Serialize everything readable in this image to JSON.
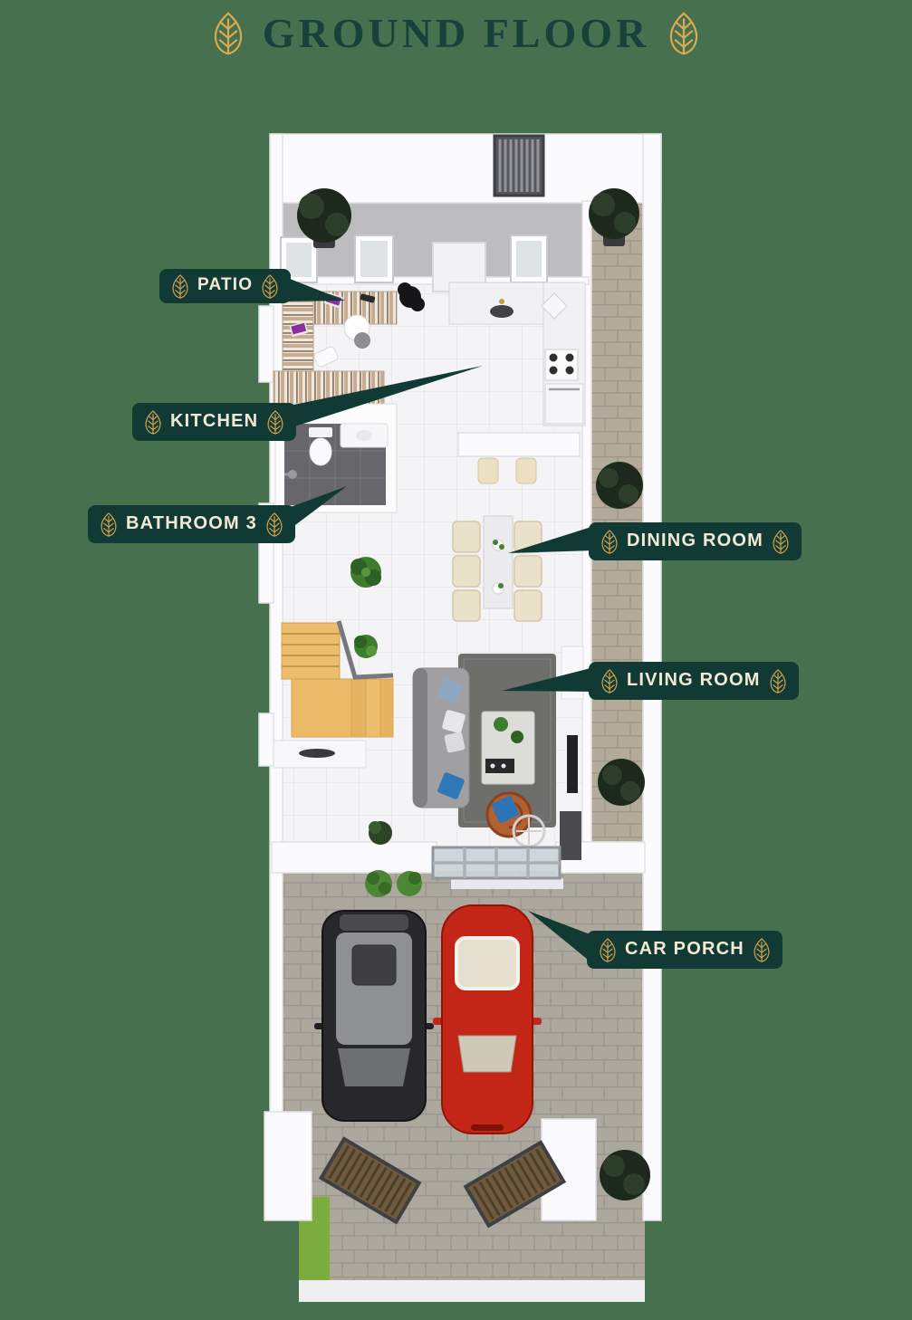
{
  "title": {
    "text": "GROUND FLOOR",
    "ornament": "leaf-icon"
  },
  "labels": [
    {
      "id": "patio",
      "text": "PATIO",
      "points_to": "patio deck with desk and laptops"
    },
    {
      "id": "kitchen",
      "text": "KITCHEN",
      "points_to": "kitchen floor beside counters"
    },
    {
      "id": "bathroom-3",
      "text": "BATHROOM 3",
      "points_to": "bathroom with toilet and vanity"
    },
    {
      "id": "dining-room",
      "text": "DINING ROOM",
      "points_to": "dining table with six chairs"
    },
    {
      "id": "living-room",
      "text": "LIVING ROOM",
      "points_to": "living room rug and sofa"
    },
    {
      "id": "car-porch",
      "text": "CAR PORCH",
      "points_to": "paved porch with two cars"
    }
  ],
  "floor_plan": {
    "style": "3d-top-down-render",
    "areas": [
      {
        "name": "Backyard",
        "features": [
          "slatted back gate",
          "concrete floor",
          "two potted plants",
          "paver path"
        ]
      },
      {
        "name": "Patio",
        "features": [
          "striped timber deck desk",
          "laptops",
          "round table",
          "chair",
          "black plant"
        ]
      },
      {
        "name": "Kitchen",
        "features": [
          "marble counters",
          "corner sink",
          "gas stove",
          "oven cabinet",
          "island with two bar stools"
        ]
      },
      {
        "name": "Bathroom 3",
        "features": [
          "toilet",
          "vanity basin",
          "shower",
          "dark tile floor"
        ]
      },
      {
        "name": "Dining Room",
        "features": [
          "dining table",
          "six cream chairs",
          "centerpieces",
          "potted plant"
        ]
      },
      {
        "name": "Staircase",
        "features": [
          "timber steps",
          "gray railing",
          "plants"
        ]
      },
      {
        "name": "Living Room",
        "features": [
          "gray sofa with cushions",
          "dark area rug",
          "coffee table with plants",
          "copper accent chair with blue pillow",
          "tv and console",
          "sideboard with fish decor"
        ]
      },
      {
        "name": "Entrance",
        "features": [
          "glass canopy",
          "entry step"
        ]
      },
      {
        "name": "Car Porch",
        "features": [
          "black suv",
          "red sedan",
          "paver flooring",
          "two shrubs"
        ]
      },
      {
        "name": "Driveway",
        "features": [
          "two open timber gates",
          "white pillars",
          "grass strip",
          "sidewalk",
          "corner bush"
        ]
      }
    ]
  },
  "colors": {
    "background": "#47714e",
    "label_pill": "#123a34",
    "title_green": "#17413a",
    "gold": "#cfa14f",
    "cream_text": "#f2ead7",
    "stairs_wood": "#ecbd6c",
    "suv_black": "#28282b",
    "sedan_red": "#c32517",
    "grass": "#7cab3e",
    "rug_gray": "#6e6e6a"
  }
}
